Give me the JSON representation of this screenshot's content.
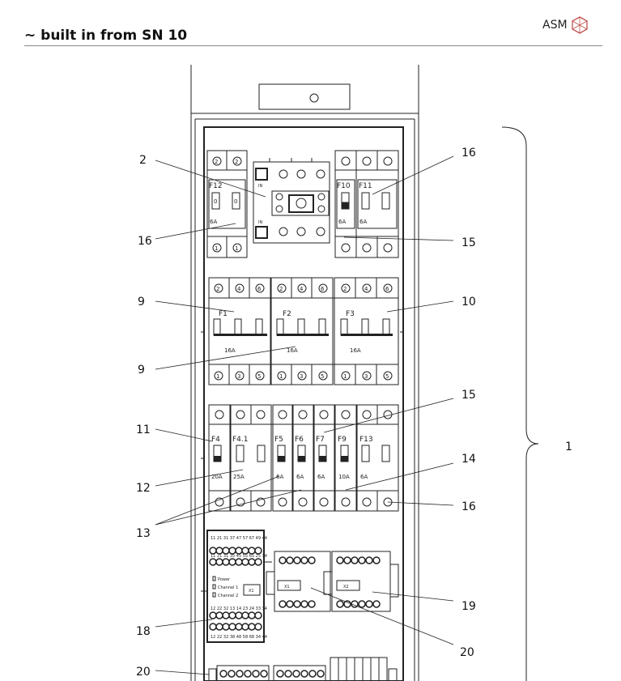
{
  "header": {
    "title": "~ built in from SN 10",
    "brand": "ASM",
    "brand_icon": "cube-icon"
  },
  "callouts": [
    "1",
    "2",
    "9",
    "9",
    "10",
    "11",
    "12",
    "13",
    "14",
    "15",
    "15",
    "16",
    "16",
    "16",
    "18",
    "19",
    "20",
    "20"
  ],
  "breakers": {
    "top": [
      {
        "name": "F12",
        "rating": "6A"
      },
      {
        "name": "F10",
        "rating": "6A"
      },
      {
        "name": "F11",
        "rating": "6A"
      }
    ],
    "three_pole": [
      {
        "name": "F1",
        "rating": "16A"
      },
      {
        "name": "F2",
        "rating": "16A"
      },
      {
        "name": "F3",
        "rating": "16A"
      }
    ],
    "row3": [
      {
        "name": "F4",
        "rating": "20A"
      },
      {
        "name": "F4.1",
        "rating": "25A"
      },
      {
        "name": "F5",
        "rating": "6A"
      },
      {
        "name": "F6",
        "rating": "6A"
      },
      {
        "name": "F7",
        "rating": "6A"
      },
      {
        "name": "F9",
        "rating": "10A"
      },
      {
        "name": "F13",
        "rating": "6A"
      }
    ]
  },
  "terminal_marks": {
    "two": "2",
    "four": "4",
    "six": "6",
    "one": "1",
    "three": "3",
    "five": "5",
    "zero": "0",
    "main_in": "IN"
  },
  "relay": {
    "top_labels": "11 21 31 37 47 57 67 49 44",
    "top_labels2": "11 21 31 35 45 55 65 25 34",
    "leds": [
      "Power",
      "Channel 1",
      "Channel 2"
    ],
    "tag": "X1",
    "bottom_labels": "12 22 32 13 14 23 24 33 34",
    "bottom_labels2": "12 22 32 38 48 58 68 34 44"
  },
  "modules": [
    {
      "tag": "X1"
    },
    {
      "tag": "X2"
    }
  ]
}
